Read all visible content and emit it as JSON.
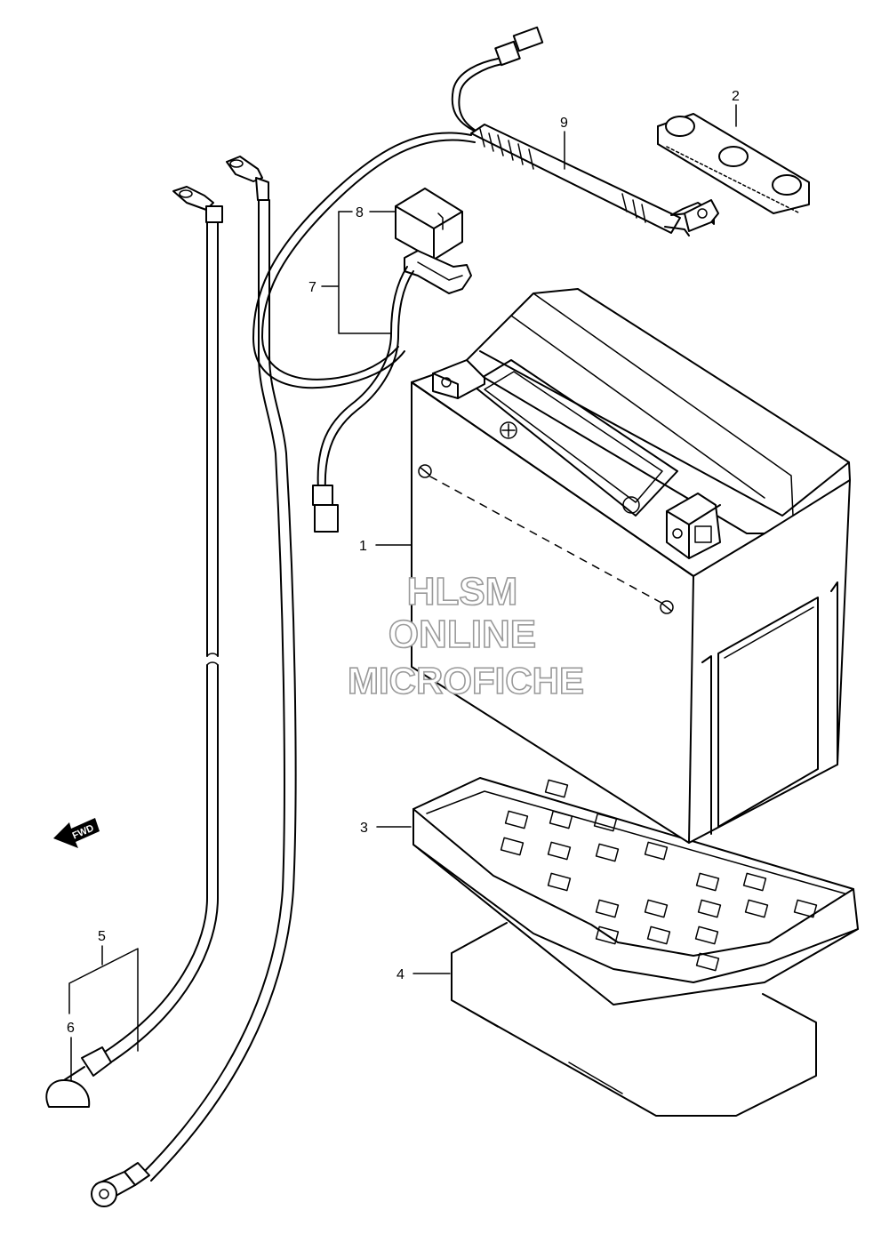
{
  "callouts": {
    "c1": "1",
    "c2": "2",
    "c3": "3",
    "c4": "4",
    "c5": "5",
    "c6": "6",
    "c7": "7",
    "c8": "8",
    "c9": "9"
  },
  "watermark": {
    "line1": "HLSM",
    "line2": "ONLINE",
    "line3": "MICROFICHE"
  },
  "fwd_label": "FWD"
}
